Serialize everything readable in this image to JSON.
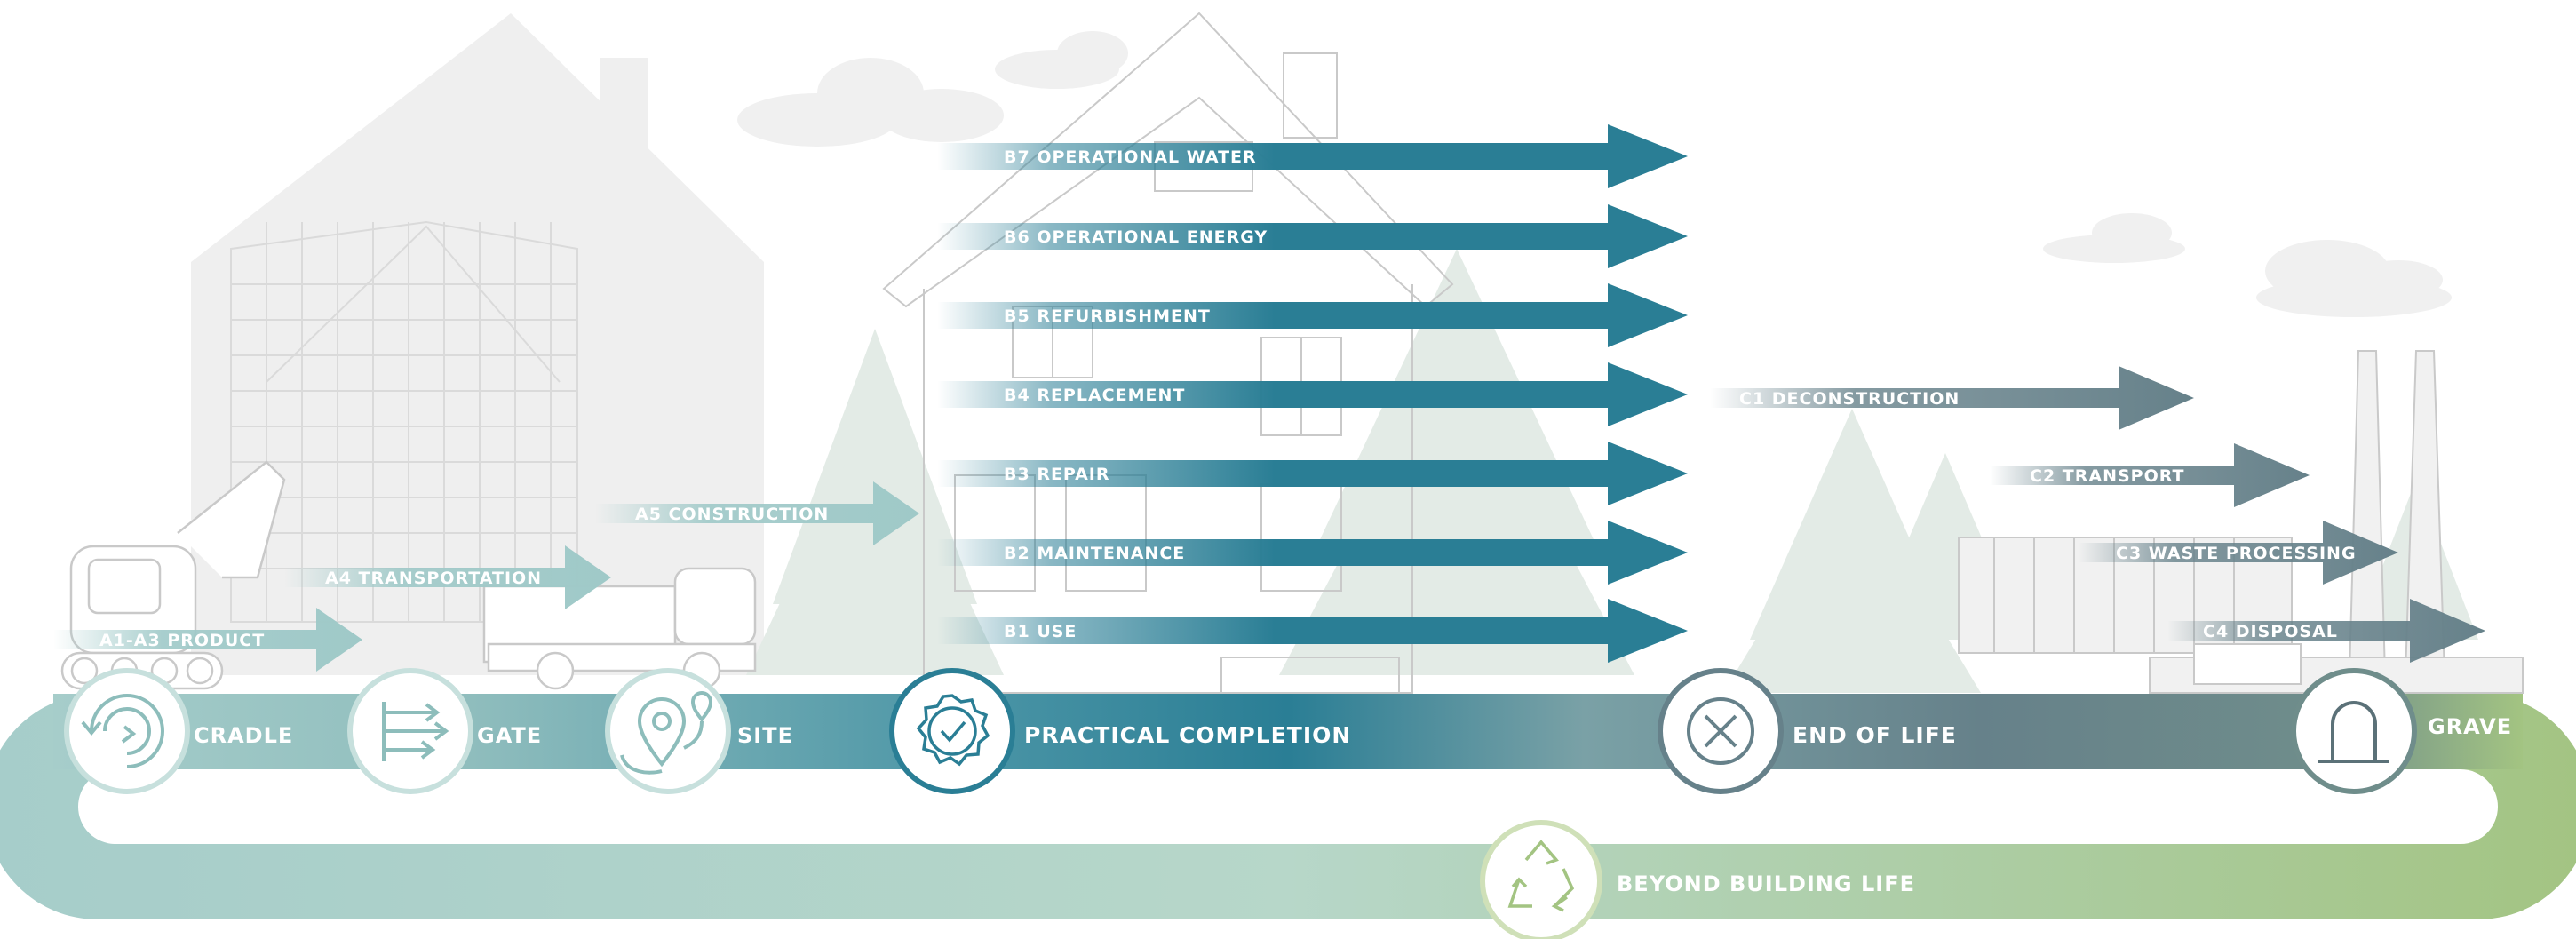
{
  "colors": {
    "teal_light": "#9fc9c8",
    "teal": "#6fa9ae",
    "teal_dark": "#2a7e95",
    "slate": "#66818a",
    "green": "#a3c482",
    "sketch": "#d9d9d9",
    "tree": "#dfe8e3"
  },
  "arrows": {
    "a1_a3": "A1-A3 PRODUCT",
    "a4": "A4 TRANSPORTATION",
    "a5": "A5 CONSTRUCTION",
    "b7": "B7 OPERATIONAL WATER",
    "b6": "B6 OPERATIONAL ENERGY",
    "b5": "B5 REFURBISHMENT",
    "b4": "B4 REPLACEMENT",
    "b3": "B3 REPAIR",
    "b2": "B2 MAINTENANCE",
    "b1": "B1 USE",
    "c1": "C1 DECONSTRUCTION",
    "c2": "C2 TRANSPORT",
    "c3": "C3 WASTE PROCESSING",
    "c4": "C4 DISPOSAL"
  },
  "stages": {
    "cradle": {
      "label": "CRADLE",
      "icon": "cycle-icon"
    },
    "gate": {
      "label": "GATE",
      "icon": "outbound-arrows-icon"
    },
    "site": {
      "label": "SITE",
      "icon": "location-pin-icon"
    },
    "practical": {
      "label": "PRACTICAL COMPLETION",
      "icon": "badge-check-icon"
    },
    "end_of_life": {
      "label": "END OF LIFE",
      "icon": "close-circle-icon"
    },
    "grave": {
      "label": "GRAVE",
      "icon": "tombstone-icon"
    },
    "beyond": {
      "label": "BEYOND BUILDING LIFE",
      "icon": "recycle-icon"
    }
  }
}
